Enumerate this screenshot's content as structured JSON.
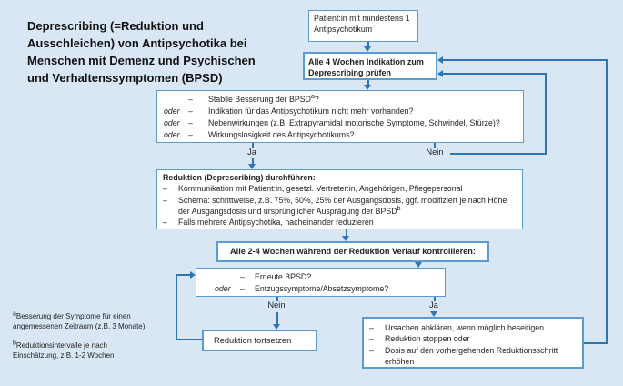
{
  "colors": {
    "background": "#d9e7f5",
    "box_border": "#5b9bd5",
    "connector": "#2e75b6",
    "text": "#1f1f1f"
  },
  "title": {
    "full": "Deprescribing (=Reduktion und Ausschleichen) von Antipsychotika bei Menschen mit Demenz und Psychischen und Verhaltenssymptomen (BPSD)",
    "lines": [
      "Deprescribing (=Reduktion und",
      "Ausschleichen) von Antipsychotika bei",
      "Menschen mit Demenz und Psychischen",
      "und Verhaltenssymptomen (BPSD)"
    ]
  },
  "flow": {
    "patient_box": "Patient:in mit mindestens 1 Antipsychotikum",
    "check_box": "Alle 4 Wochen Indikation zum Deprescribing prüfen",
    "criteria_box": {
      "rows": [
        {
          "oder": "",
          "dash": "–",
          "text": "Stabile Besserung der BPSD",
          "sup": "a",
          "tail": "?"
        },
        {
          "oder": "oder",
          "dash": "–",
          "text": "Indikation für das Antipsychotikum nicht mehr vorhanden?",
          "sup": "",
          "tail": ""
        },
        {
          "oder": "oder",
          "dash": "–",
          "text": "Nebenwirkungen (z.B. Extrapyramidal motorische Symptome, Schwindel, Stürze)?",
          "sup": "",
          "tail": ""
        },
        {
          "oder": "oder",
          "dash": "–",
          "text": "Wirkungslosigkeit des Antipsychotikums?",
          "sup": "",
          "tail": ""
        }
      ]
    },
    "reduction_box": {
      "heading": "Reduktion (Deprescribing) durchführen:",
      "bullets": [
        {
          "dash": "–",
          "text": "Kommunikation mit Patient:in, gesetzl. Vertreter:in, Angehörigen, Pflegepersonal",
          "sup": ""
        },
        {
          "dash": "–",
          "text": "Schema: schrittweise, z.B. 75%, 50%, 25% der Ausgangsdosis, ggf. modifiziert je nach Höhe der Ausgangsdosis und ursprünglicher Ausprägung der BPSD",
          "sup": "b"
        },
        {
          "dash": "–",
          "text": "Falls mehrere Antipsychotika, nacheinander reduzieren",
          "sup": ""
        }
      ]
    },
    "monitor_box": "Alle 2-4 Wochen während der Reduktion Verlauf kontrollieren:",
    "relapse_box": {
      "rows": [
        {
          "oder": "",
          "dash": "–",
          "text": "Erneute BPSD?"
        },
        {
          "oder": "oder",
          "dash": "–",
          "text": "Entzugssymptome/Absetzsymptome?"
        }
      ]
    },
    "continue_box": "Reduktion fortsetzen",
    "action_box": {
      "bullets": [
        {
          "dash": "–",
          "text": "Ursachen abklären, wenn möglich beseitigen"
        },
        {
          "dash": "–",
          "text": "Reduktion stoppen oder"
        },
        {
          "dash": "–",
          "text": "Dosis auf den vorhergehenden Reduktionsschritt erhöhen"
        }
      ]
    },
    "labels": {
      "ja1": "Ja",
      "nein1": "Nein",
      "nein2": "Nein",
      "ja2": "Ja"
    }
  },
  "footnotes": [
    {
      "sup": "a",
      "text": "Besserung der Symptome für einen angemessenen Zeitraum (z.B. 3 Monate)"
    },
    {
      "sup": "b",
      "text": "Reduktionsintervalle je nach Einschätzung, z.B. 1-2 Wochen"
    }
  ]
}
